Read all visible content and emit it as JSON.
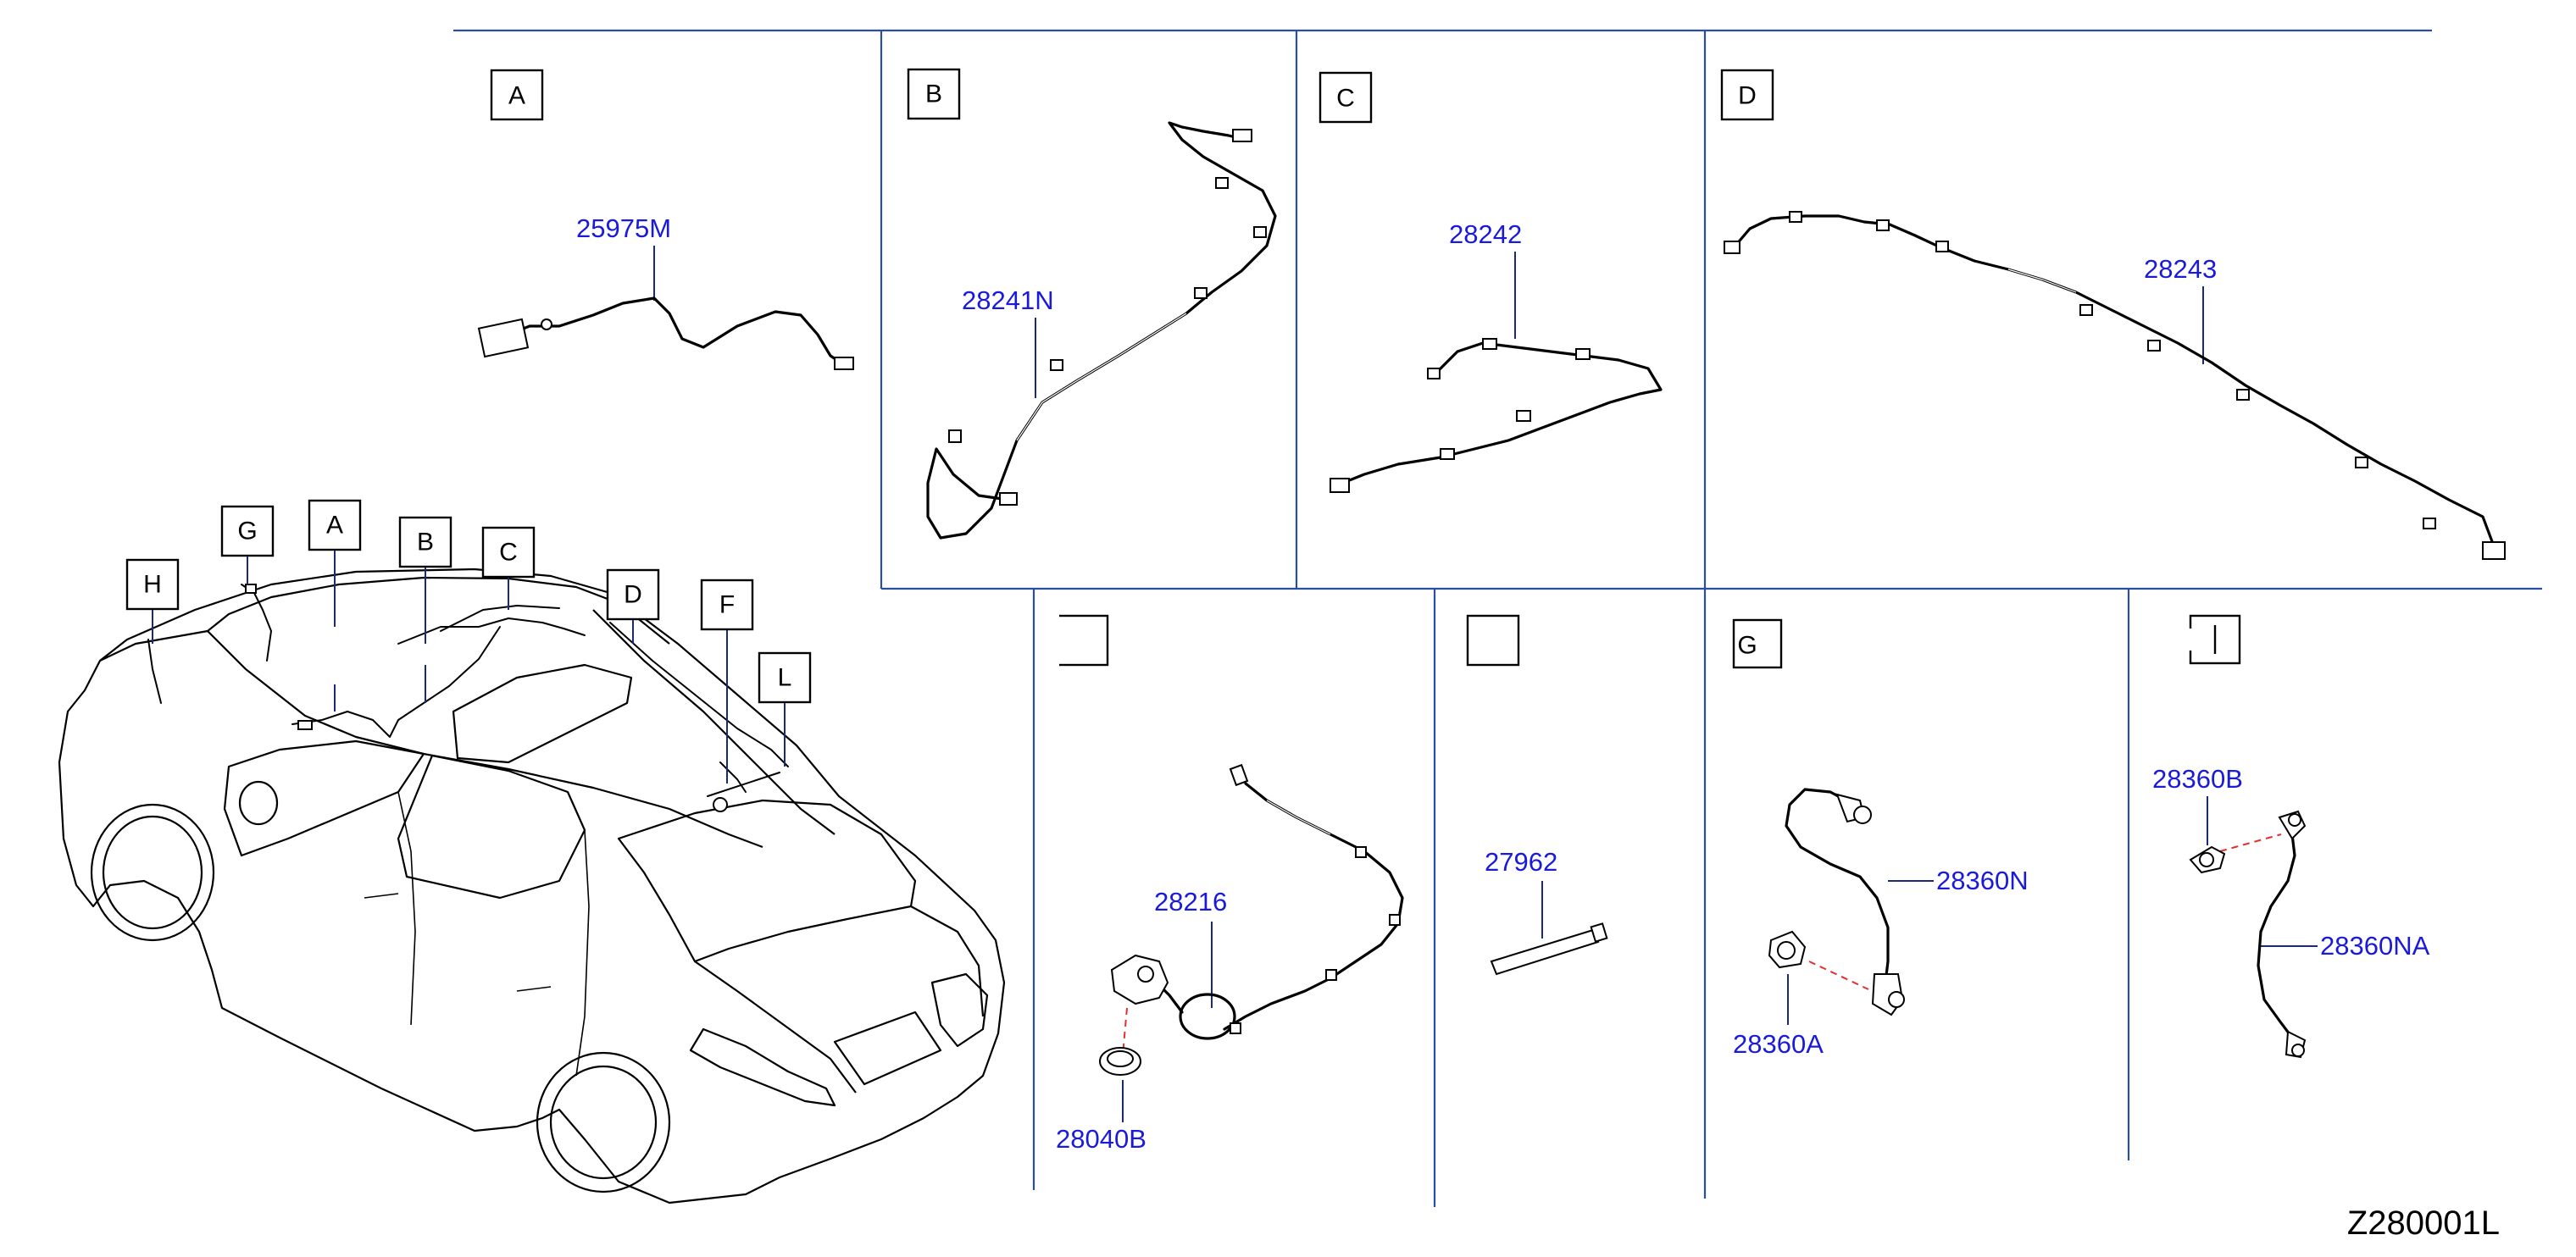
{
  "panels": {
    "A": {
      "label": "A",
      "part": "25975M"
    },
    "B": {
      "label": "B",
      "part": "28241N"
    },
    "C": {
      "label": "C",
      "part": "28242"
    },
    "D": {
      "label": "D",
      "part": "28243"
    },
    "E": {
      "label": "",
      "parts": [
        "28216",
        "28040B"
      ]
    },
    "F": {
      "label": "",
      "part": "27962"
    },
    "G": {
      "label": "G",
      "parts": [
        "28360N",
        "28360A"
      ]
    },
    "H": {
      "label": "",
      "parts": [
        "28360B",
        "28360NA"
      ]
    }
  },
  "car_callouts": [
    "H",
    "G",
    "A",
    "B",
    "C",
    "D",
    "F",
    "L"
  ],
  "figure_id": "Z280001L"
}
